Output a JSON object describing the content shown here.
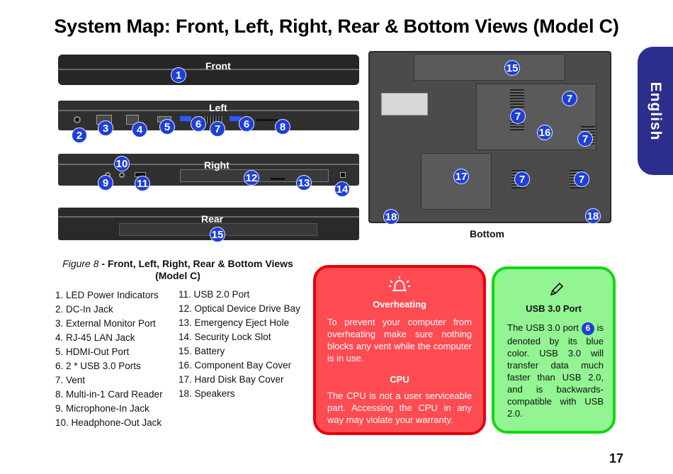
{
  "page": {
    "title": "System Map: Front, Left, Right, Rear & Bottom Views (Model C)",
    "language_tab": "English",
    "page_number": "17"
  },
  "views": {
    "front": "Front",
    "left": "Left",
    "right": "Right",
    "rear": "Rear",
    "bottom": "Bottom"
  },
  "badges": {
    "front": [
      "1"
    ],
    "left": [
      "2",
      "3",
      "4",
      "5",
      "6",
      "7",
      "6",
      "8"
    ],
    "right": [
      "10",
      "9",
      "11",
      "12",
      "13",
      "14"
    ],
    "rear": [
      "15"
    ],
    "bottom": [
      "15",
      "7",
      "7",
      "16",
      "7",
      "17",
      "7",
      "7",
      "18",
      "18"
    ]
  },
  "figure": {
    "label": "Figure 8",
    "caption": " - Front, Left, Right, Rear & Bottom Views (Model C)"
  },
  "legend_col1": [
    "1.  LED Power Indicators",
    "2.  DC-In Jack",
    "3.  External Monitor Port",
    "4.  RJ-45 LAN Jack",
    "5.  HDMI-Out Port",
    "6.  2 * USB 3.0 Ports",
    "7.  Vent",
    "8.  Multi-in-1 Card Reader",
    "9.  Microphone-In Jack",
    "10. Headphone-Out Jack"
  ],
  "legend_col2": [
    "11. USB 2.0 Port",
    "12. Optical Device Drive Bay",
    "13. Emergency Eject Hole",
    "14. Security Lock Slot",
    "15. Battery",
    "16. Component Bay Cover",
    "17. Hard Disk Bay Cover",
    "18. Speakers"
  ],
  "overheating": {
    "icon": "alarm-bell-icon",
    "heading": "Overheating",
    "text": "To prevent your computer from overheating make sure nothing blocks any vent while the computer is in use.",
    "cpu_heading": "CPU",
    "cpu_text": "The CPU is not a user serviceable part. Accessing the CPU in any way may violate your warranty."
  },
  "usb_note": {
    "icon": "pencil-icon",
    "heading": "USB 3.0 Port",
    "text_before": "The USB 3.0 port",
    "badge": "6",
    "text_after": "is denoted by its blue color. USB 3.0 will transfer data much faster than USB 2.0, and is backwards-compatible with USB 2.0."
  },
  "colors": {
    "badge_blue": "#1f3fd8",
    "tab_navy": "#2b2e8c",
    "alert_red": "#ff4b52",
    "note_green": "#92f592"
  }
}
